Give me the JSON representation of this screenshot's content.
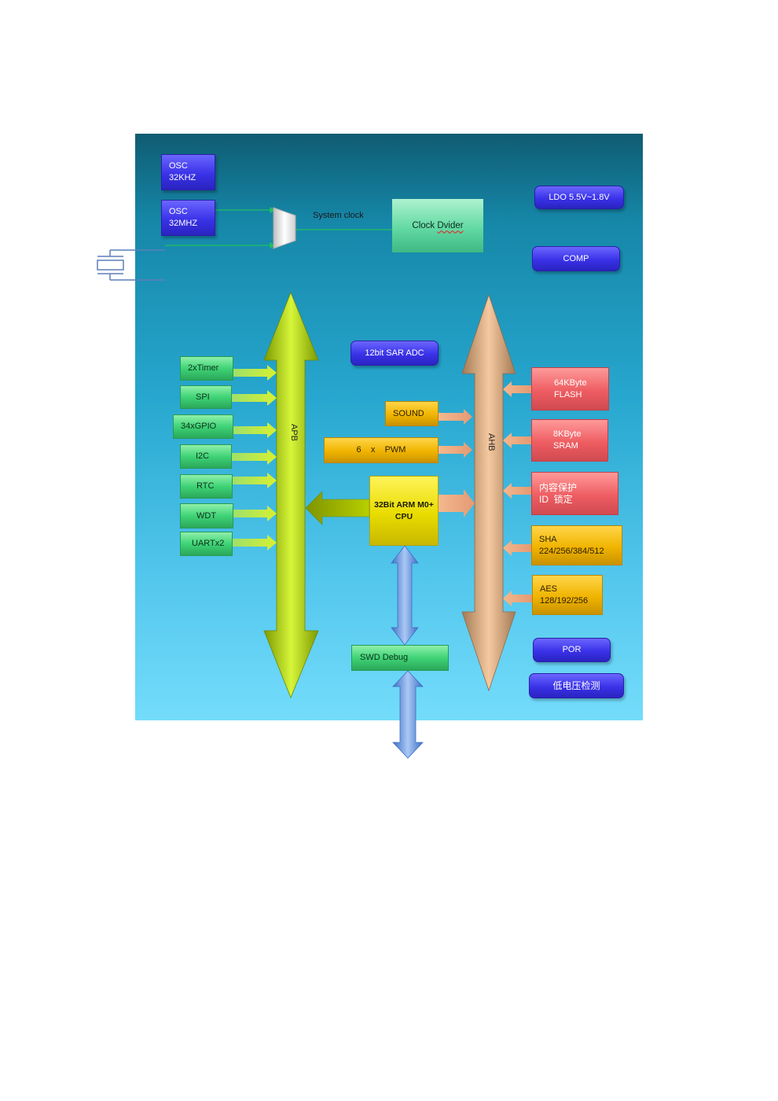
{
  "clock": {
    "osc_32khz": [
      "OSC",
      "32KHZ"
    ],
    "osc_32mhz": [
      "OSC",
      "32MHZ"
    ],
    "system_clock": "System clock",
    "clock_divider": {
      "prefix": "Clock ",
      "word": "Dvider"
    }
  },
  "power": {
    "ldo": "LDO 5.5V~1.8V",
    "comp": "COMP",
    "por": "POR",
    "low_voltage": "低电压检测"
  },
  "buses": {
    "apb": "APB",
    "ahb": "AHB"
  },
  "apb_peripherals": [
    "2xTimer",
    "SPI",
    "34xGPIO",
    "I2C",
    "RTC",
    "WDT",
    "UARTx2"
  ],
  "center": {
    "adc": "12bit SAR ADC",
    "sound": "SOUND",
    "pwm": "6    x    PWM",
    "cpu": [
      "32Bit ARM M0+",
      "CPU"
    ],
    "swd": "SWD Debug"
  },
  "ahb_blocks": {
    "flash": [
      "64KByte",
      "FLASH"
    ],
    "sram": [
      "8KByte",
      "SRAM"
    ],
    "protect": [
      "内容保护",
      "ID  锁定"
    ],
    "sha": [
      "SHA",
      "224/256/384/512"
    ],
    "aes": [
      "AES",
      "128/192/256"
    ]
  },
  "colors": {
    "purple": "#3a32e8",
    "green": "#3fd376",
    "orange": "#f0b400",
    "red": "#ee5d62",
    "cpu": "#e8dc00",
    "apb_bus": "#b8e000",
    "ahb_bus": "#e8b58a",
    "debug": "#7aa8e8"
  }
}
